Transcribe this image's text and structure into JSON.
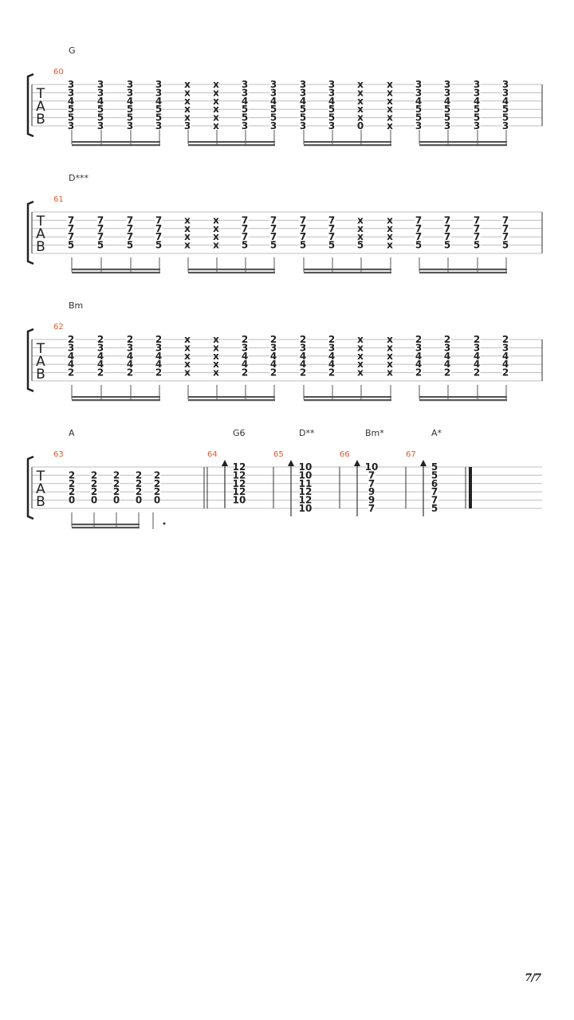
{
  "page_number": "7/7",
  "systems": [
    {
      "measure": "60",
      "chord": "G",
      "beats": [
        [
          "3",
          "3",
          "4",
          "5",
          "5",
          "3"
        ],
        [
          "3",
          "3",
          "4",
          "5",
          "5",
          "3"
        ],
        [
          "3",
          "3",
          "4",
          "5",
          "5",
          "3"
        ],
        [
          "3",
          "3",
          "4",
          "5",
          "5",
          "3"
        ],
        [
          "x",
          "x",
          "x",
          "x",
          "x",
          "3"
        ],
        [
          "x",
          "x",
          "x",
          "x",
          "x",
          "x"
        ],
        [
          "3",
          "3",
          "4",
          "5",
          "5",
          "3"
        ],
        [
          "3",
          "3",
          "4",
          "5",
          "5",
          "3"
        ],
        [
          "3",
          "3",
          "4",
          "5",
          "5",
          "3"
        ],
        [
          "3",
          "3",
          "4",
          "5",
          "5",
          "3"
        ],
        [
          "x",
          "x",
          "x",
          "x",
          "x",
          "0"
        ],
        [
          "x",
          "x",
          "x",
          "x",
          "x",
          "x"
        ],
        [
          "3",
          "3",
          "4",
          "5",
          "5",
          "3"
        ],
        [
          "3",
          "3",
          "4",
          "5",
          "5",
          "3"
        ],
        [
          "3",
          "3",
          "4",
          "5",
          "5",
          "3"
        ],
        [
          "3",
          "3",
          "4",
          "5",
          "5",
          "3"
        ]
      ]
    },
    {
      "measure": "61",
      "chord": "D***",
      "beats": [
        [
          "",
          "7",
          "7",
          "7",
          "5",
          ""
        ],
        [
          "",
          "7",
          "7",
          "7",
          "5",
          ""
        ],
        [
          "",
          "7",
          "7",
          "7",
          "5",
          ""
        ],
        [
          "",
          "7",
          "7",
          "7",
          "5",
          ""
        ],
        [
          "",
          "x",
          "x",
          "x",
          "x",
          ""
        ],
        [
          "",
          "x",
          "x",
          "x",
          "x",
          ""
        ],
        [
          "",
          "7",
          "7",
          "7",
          "5",
          ""
        ],
        [
          "",
          "7",
          "7",
          "7",
          "5",
          ""
        ],
        [
          "",
          "7",
          "7",
          "7",
          "5",
          ""
        ],
        [
          "",
          "7",
          "7",
          "7",
          "5",
          ""
        ],
        [
          "",
          "x",
          "x",
          "x",
          "5",
          ""
        ],
        [
          "",
          "x",
          "x",
          "x",
          "x",
          ""
        ],
        [
          "",
          "7",
          "7",
          "7",
          "5",
          ""
        ],
        [
          "",
          "7",
          "7",
          "7",
          "5",
          ""
        ],
        [
          "",
          "7",
          "7",
          "7",
          "5",
          ""
        ],
        [
          "",
          "7",
          "7",
          "7",
          "5",
          ""
        ]
      ]
    },
    {
      "measure": "62",
      "chord": "Bm",
      "beats": [
        [
          "2",
          "3",
          "4",
          "4",
          "2",
          ""
        ],
        [
          "2",
          "3",
          "4",
          "4",
          "2",
          ""
        ],
        [
          "2",
          "3",
          "4",
          "4",
          "2",
          ""
        ],
        [
          "2",
          "3",
          "4",
          "4",
          "2",
          ""
        ],
        [
          "x",
          "x",
          "x",
          "x",
          "x",
          ""
        ],
        [
          "x",
          "x",
          "x",
          "x",
          "x",
          ""
        ],
        [
          "2",
          "3",
          "4",
          "4",
          "2",
          ""
        ],
        [
          "2",
          "3",
          "4",
          "4",
          "2",
          ""
        ],
        [
          "2",
          "3",
          "4",
          "4",
          "2",
          ""
        ],
        [
          "2",
          "3",
          "4",
          "4",
          "2",
          ""
        ],
        [
          "x",
          "x",
          "x",
          "x",
          "x",
          ""
        ],
        [
          "x",
          "x",
          "x",
          "x",
          "x",
          ""
        ],
        [
          "2",
          "3",
          "4",
          "4",
          "2",
          ""
        ],
        [
          "2",
          "3",
          "4",
          "4",
          "2",
          ""
        ],
        [
          "2",
          "3",
          "4",
          "4",
          "2",
          ""
        ],
        [
          "2",
          "3",
          "4",
          "4",
          "2",
          ""
        ]
      ]
    }
  ],
  "last_system": {
    "measure63": {
      "measure": "63",
      "chord": "A",
      "beats": [
        [
          "",
          "2",
          "2",
          "2",
          "0",
          ""
        ],
        [
          "",
          "2",
          "2",
          "2",
          "0",
          ""
        ],
        [
          "",
          "2",
          "2",
          "2",
          "0",
          ""
        ],
        [
          "",
          "2",
          "2",
          "2",
          "0",
          ""
        ],
        [
          "",
          "2",
          "2",
          "2",
          "0",
          ""
        ]
      ]
    },
    "strums": [
      {
        "measure": "64",
        "chord": "G6",
        "frets": [
          "12",
          "12",
          "12",
          "12",
          "10",
          ""
        ]
      },
      {
        "measure": "65",
        "chord": "D**",
        "frets": [
          "10",
          "10",
          "11",
          "12",
          "12",
          "10"
        ]
      },
      {
        "measure": "66",
        "chord": "Bm*",
        "frets": [
          "10",
          "7",
          "7",
          "9",
          "9",
          "7"
        ]
      },
      {
        "measure": "67",
        "chord": "A*",
        "frets": [
          "5",
          "5",
          "6",
          "7",
          "7",
          "5"
        ]
      }
    ]
  }
}
